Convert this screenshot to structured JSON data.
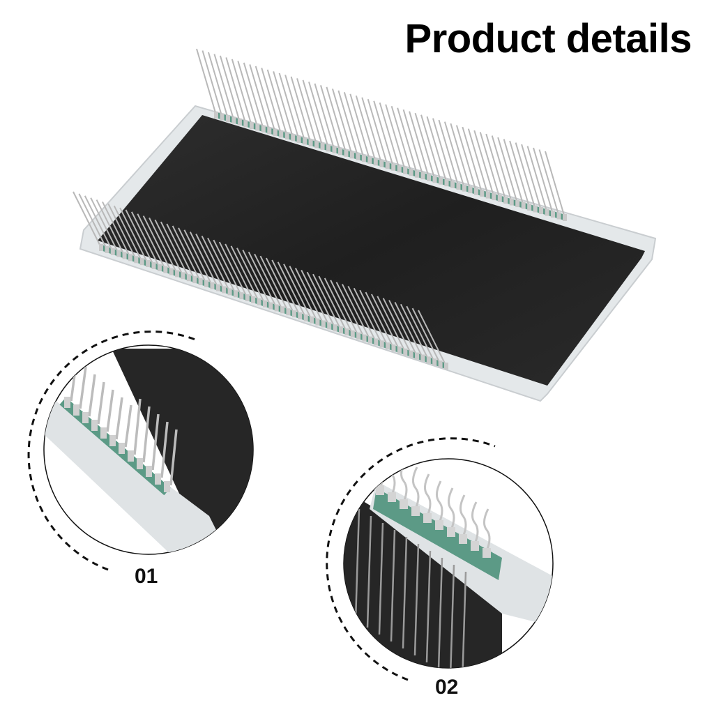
{
  "header": {
    "title": "Product details"
  },
  "details": [
    {
      "label": "01"
    },
    {
      "label": "02"
    }
  ],
  "colors": {
    "glass_dark": "#262626",
    "glass_edge": "#d9dde0",
    "pcb_green": "#5c9a86",
    "pin_silver": "#b8b8b8"
  }
}
